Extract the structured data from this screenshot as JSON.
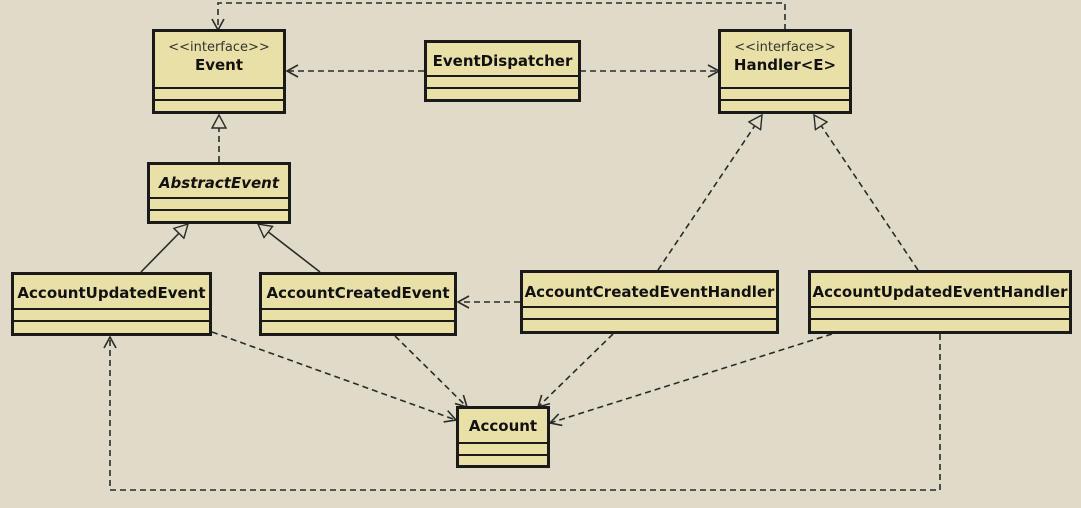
{
  "diagram": {
    "classes": {
      "event": {
        "stereotype": "<<interface>>",
        "name": "Event"
      },
      "event_dispatcher": {
        "name": "EventDispatcher"
      },
      "handler": {
        "stereotype": "<<interface>>",
        "name": "Handler<E>"
      },
      "abstract_event": {
        "name": "AbstractEvent"
      },
      "account_updated_event": {
        "name": "AccountUpdatedEvent"
      },
      "account_created_event": {
        "name": "AccountCreatedEvent"
      },
      "account_created_event_handler": {
        "name": "AccountCreatedEventHandler"
      },
      "account_updated_event_handler": {
        "name": "AccountUpdatedEventHandler"
      },
      "account": {
        "name": "Account"
      }
    },
    "colors": {
      "background": "#e0dbc8",
      "class_fill": "#e9e0a8",
      "border": "#1a1a1a",
      "line": "#2a2a2a"
    }
  }
}
